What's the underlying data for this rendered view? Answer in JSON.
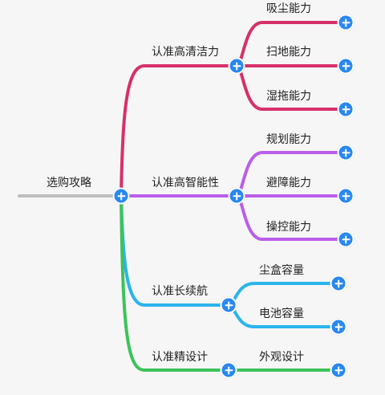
{
  "root": {
    "label": "选购攻略",
    "color": "#bdbdbd"
  },
  "branches": [
    {
      "label": "认准高清洁力",
      "color": "#d6306a",
      "children": [
        {
          "label": "吸尘能力"
        },
        {
          "label": "扫地能力"
        },
        {
          "label": "湿拖能力"
        }
      ]
    },
    {
      "label": "认准高智能性",
      "color": "#b95ee8",
      "children": [
        {
          "label": "规划能力"
        },
        {
          "label": "避障能力"
        },
        {
          "label": "操控能力"
        }
      ]
    },
    {
      "label": "认准长续航",
      "color": "#2bb4ec",
      "children": [
        {
          "label": "尘盒容量"
        },
        {
          "label": "电池容量"
        }
      ]
    },
    {
      "label": "认准精设计",
      "color": "#3cc35a",
      "children": [
        {
          "label": "外观设计"
        }
      ]
    }
  ],
  "icons": {
    "expand": "plus-circle-icon",
    "expand_color": "#2a88f0"
  }
}
